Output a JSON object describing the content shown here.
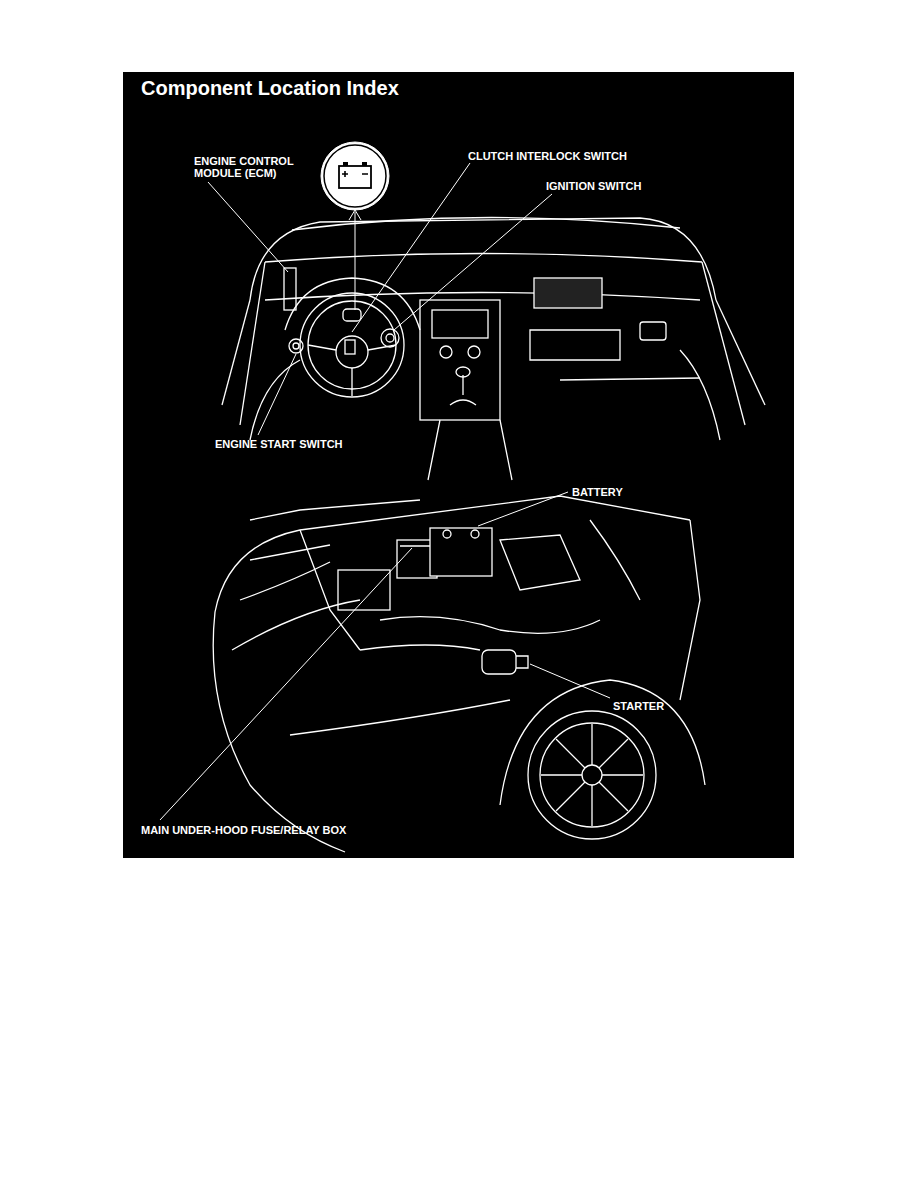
{
  "diagram": {
    "title": "Component Location Index",
    "labels": [
      "ENGINE CONTROL MODULE (ECM)",
      "CLUTCH INTERLOCK SWITCH",
      "IGNITION SWITCH",
      "ENGINE START SWITCH",
      "BATTERY",
      "STARTER",
      "MAIN UNDER-HOOD FUSE/RELAY BOX"
    ]
  }
}
